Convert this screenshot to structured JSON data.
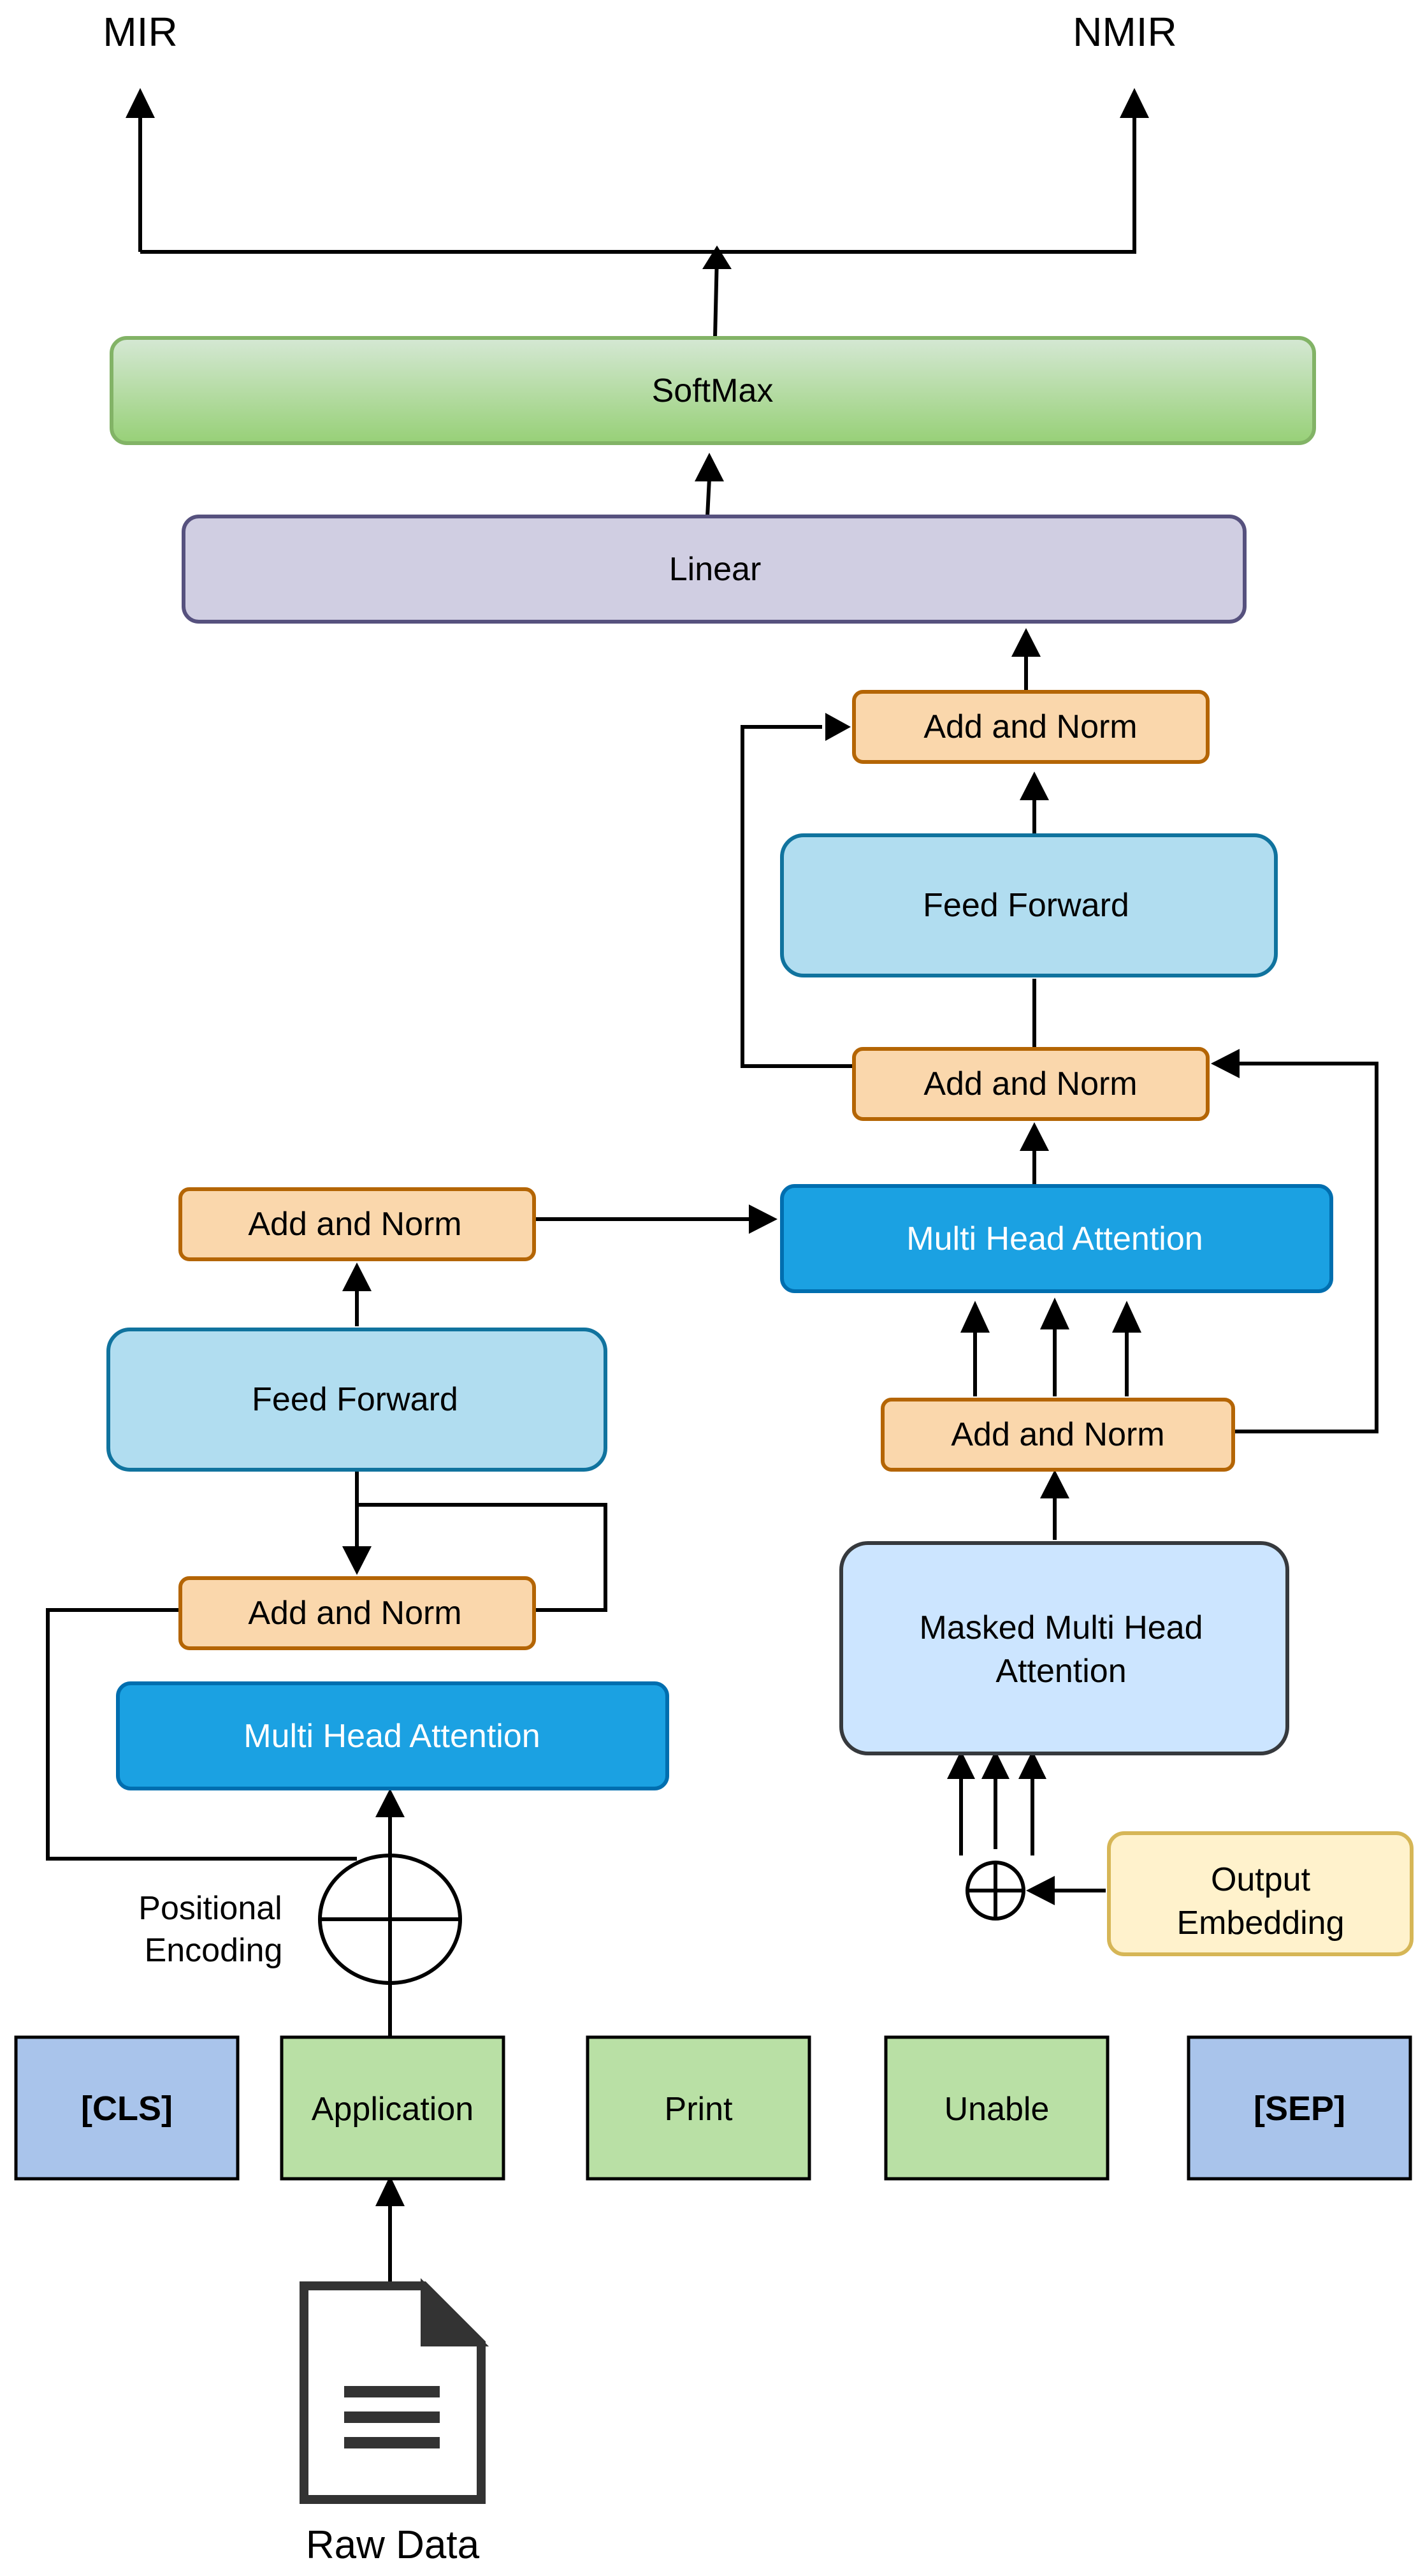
{
  "outputs": {
    "mir": "MIR",
    "nmir": "NMIR"
  },
  "softmax": {
    "label": "SoftMax"
  },
  "linear": {
    "label": "Linear"
  },
  "decoder": {
    "add_norm_top": "Add and Norm",
    "feed_forward": "Feed Forward",
    "add_norm_mid": "Add and Norm",
    "multi_head_attention": "Multi Head Attention",
    "add_norm_low": "Add and Norm",
    "masked_attention_line1": "Masked Multi Head",
    "masked_attention_line2": "Attention",
    "output_embedding_line1": "Output",
    "output_embedding_line2": "Embedding"
  },
  "encoder": {
    "add_norm_top": "Add and Norm",
    "feed_forward": "Feed Forward",
    "add_norm_low": "Add and Norm",
    "multi_head_attention": "Multi Head Attention",
    "positional_line1": "Positional",
    "positional_line2": "Encoding"
  },
  "tokens": {
    "cls": "[CLS]",
    "application": "Application",
    "print": "Print",
    "unable": "Unable",
    "sep": "[SEP]"
  },
  "input": {
    "label": "Raw Data"
  },
  "colors": {
    "add_norm_fill": "#FAD7AC",
    "add_norm_stroke": "#B46504",
    "feed_forward_fill": "#B1DDF0",
    "feed_forward_stroke": "#10739E",
    "mha_fill": "#1BA1E2",
    "mha_stroke": "#006EAF",
    "masked_fill": "#CCE5FF",
    "masked_stroke": "#36393D",
    "linear_fill": "#D0CEE2",
    "linear_stroke": "#56517E",
    "softmax_top": "#D5E8D4",
    "softmax_bottom": "#97D077",
    "softmax_stroke": "#82B366",
    "output_emb_fill": "#FFF2CC",
    "output_emb_stroke": "#D6B656",
    "token_green_fill": "#B9E0A5",
    "token_blue_fill": "#A9C4EB"
  }
}
